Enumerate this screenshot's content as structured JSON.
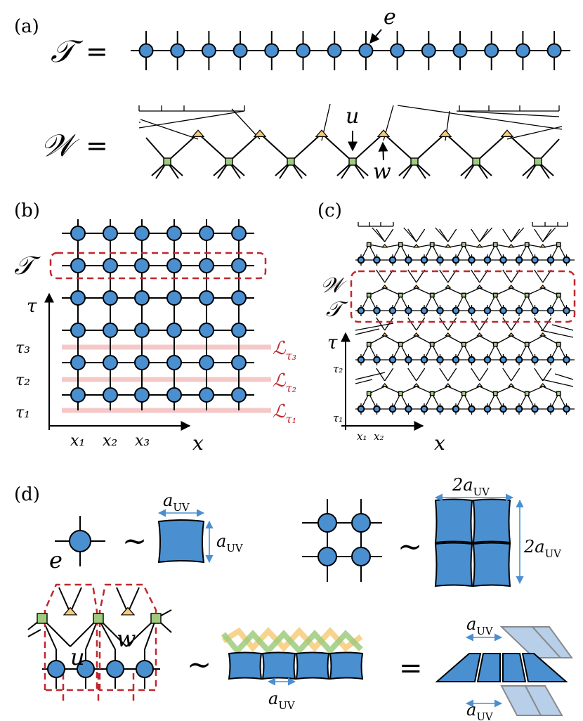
{
  "panels": {
    "a": {
      "label": "(a)",
      "T_symbol": "𝒯",
      "W_symbol": "𝒲",
      "equals": "=",
      "e": "e",
      "u": "u",
      "w": "w"
    },
    "b": {
      "label": "(b)",
      "T_symbol": "𝒯",
      "tau_axis": "τ",
      "x_axis": "x",
      "tau_ticks": [
        "τ₃",
        "τ₂",
        "τ₁"
      ],
      "x_ticks": [
        "x₁",
        "x₂",
        "x₃"
      ],
      "L_script": "ℒ",
      "L_subs": [
        "τ₃",
        "τ₂",
        "τ₁"
      ]
    },
    "c": {
      "label": "(c)",
      "W_symbol": "𝒲",
      "T_symbol": "𝒯",
      "tau_axis": "τ",
      "x_axis": "x",
      "tau_ticks": [
        "τ₂",
        "τ₁"
      ],
      "x_ticks": [
        "x₁",
        "x₂"
      ]
    },
    "d": {
      "label": "(d)",
      "e": "e",
      "u": "u",
      "w": "w",
      "tilde": "~",
      "equals": "=",
      "a_main": "a",
      "a_sub": "UV",
      "two_a_main": "2a"
    }
  },
  "colors": {
    "node_blue": "#4a8fd0",
    "isometry_green": "#9fcb7e",
    "disentangler_yellow": "#f6cc7a",
    "highlight_red": "#c0272d",
    "layer_pink": "#f5c8c8"
  }
}
